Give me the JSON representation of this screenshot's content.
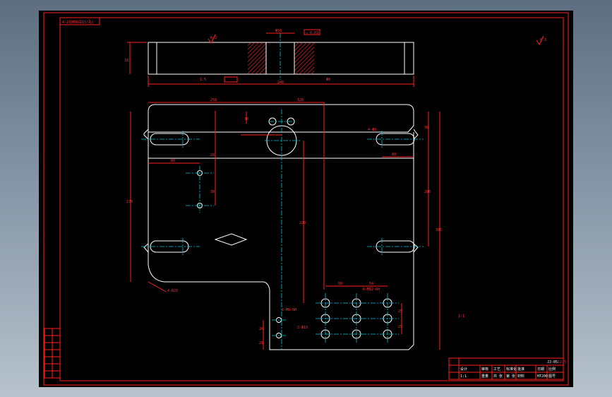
{
  "title_block_top_left": "4-2孔M10深15(孔)",
  "surface_roughness_symbols": [
    "6.3",
    "6.3",
    "12.5"
  ],
  "top_view_dims": {
    "overall_length": "240",
    "thickness": "18",
    "bore_dia": "Φ50",
    "tolerance_box": "▭ 0.03",
    "note_left": "1.5",
    "note_right": "Φ8"
  },
  "main_view_dims": {
    "top_len_a": "258",
    "top_len_b": "120",
    "offset_top": "30",
    "left_bore_depth": "20",
    "left_slot_len": "80",
    "left_slot_hole": "30",
    "vertical_total": "270",
    "right_height": "280",
    "right_total": "365",
    "right_slot_len": "80",
    "right_slot_w": "4-Φ8",
    "right_top_offset": "36",
    "center_len": "220",
    "corner_note": "4-R20",
    "hole_spacing_a": "58",
    "hole_spacing_b": "54",
    "hole_note_a": "6-M12-6H",
    "hole_note_b": "2-Φ10",
    "small_hole_note": "2-M8-6H",
    "hole_row_a": "25",
    "hole_row_b": "25",
    "bottom_a": "26",
    "bottom_b": "26"
  },
  "tech_note_small": "1:1",
  "title_block": {
    "cells": [
      "设计",
      "审核",
      "工艺",
      "标准化",
      "批准",
      "日期",
      "比例",
      "1:1",
      "重量",
      "共 张",
      "第 张",
      "材料",
      "HT200",
      "图号",
      "JJ-05"
    ]
  },
  "revision_rows": [
    "",
    "",
    "",
    "",
    "",
    "",
    ""
  ]
}
